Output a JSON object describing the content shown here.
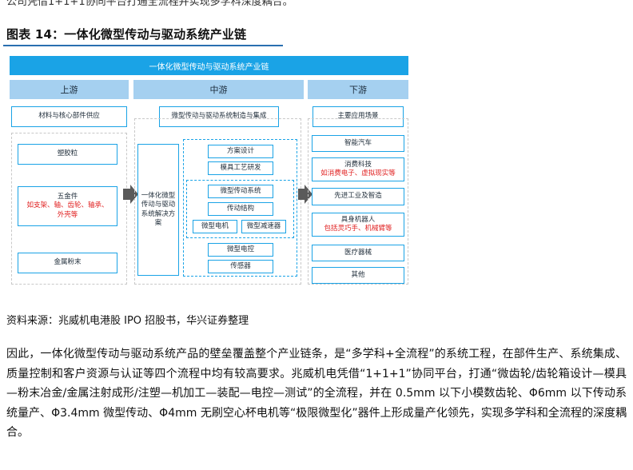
{
  "top_clip": "公司凭借1+1+1协同平台打通全流程并实现多学科深度耦合。",
  "figure": {
    "title": "图表 14：一体化微型传动与驱动系统产业链",
    "banner": "一体化微型传动与驱动系统产业链",
    "columns": {
      "upstream": {
        "head": "上游",
        "group": "材料与核心部件供应",
        "items": [
          {
            "label": "塑胶粒",
            "sub": ""
          },
          {
            "label": "五金件",
            "sub": "如支架、轴、齿轮、轴承、外壳等"
          },
          {
            "label": "金属粉末",
            "sub": ""
          }
        ]
      },
      "midstream": {
        "head": "中游",
        "group": "微型传动与驱动系统制造与集成",
        "solution": "一体化微型传动与驱动系统解决方案",
        "items": {
          "design": "方案设计",
          "mold": "模具工艺研发",
          "drive_system": "微型传动系统",
          "drive_structure": "传动结构",
          "micro_motor": "微型电机",
          "micro_reducer": "微型减速器",
          "micro_control": "微型电控",
          "sensor": "传感器"
        }
      },
      "downstream": {
        "head": "下游",
        "group": "主要应用场景",
        "items": [
          {
            "label": "智能汽车",
            "sub": ""
          },
          {
            "label": "消费科技",
            "sub": "如消费电子、虚拟现实等"
          },
          {
            "label": "先进工业及智造",
            "sub": ""
          },
          {
            "label": "具身机器人",
            "sub": "包括灵巧手、机械臂等"
          },
          {
            "label": "医疗器械",
            "sub": ""
          },
          {
            "label": "其他",
            "sub": ""
          }
        ]
      }
    },
    "colors": {
      "accent": "#1aa3e6",
      "header": "#a5d0f0",
      "highlight": "#e02020",
      "arrow": "#5a5a5a"
    }
  },
  "source": "资料来源：兆威机电港股 IPO 招股书，华兴证券整理",
  "paragraph": "因此，一体化微型传动与驱动系统产品的壁垒覆盖整个产业链条，是“多学科+全流程”的系统工程，在部件生产、系统集成、质量控制和客户资源与认证等四个流程中均有较高要求。兆威机电凭借“1+1+1”协同平台，打通“微齿轮/齿轮箱设计—模具—粉末冶金/金属注射成形/注塑—机加工—装配—电控—测试”的全流程，并在 0.5mm 以下小模数齿轮、Φ6mm 以下传动系统量产、Φ3.4mm 微型传动、Φ4mm 无刷空心杯电机等“极限微型化”器件上形成量产化领先，实现多学科和全流程的深度耦合。"
}
